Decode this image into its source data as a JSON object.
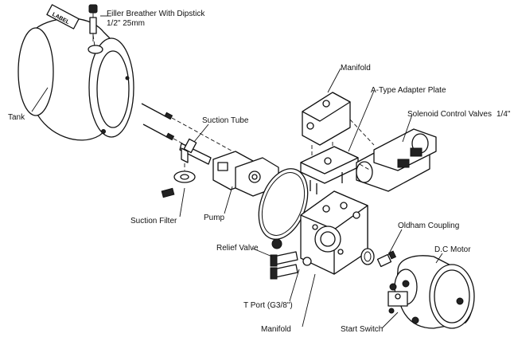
{
  "labels": {
    "filler_breather": "Filler Breather With Dipstick",
    "filler_breather_size": "1/2\" 25mm",
    "tank": "Tank",
    "tank_label_plate": "LABEL",
    "suction_tube": "Suction Tube",
    "suction_filter": "Suction Filter",
    "pump": "Pump",
    "manifold_top": "Manifold",
    "adapter_plate": "A-Type Adapter Plate",
    "solenoid_valves": "Solenoid Control Valves",
    "solenoid_size": "1/4\"",
    "oldham_coupling": "Oldham Coupling",
    "dc_motor": "D.C Motor",
    "relief_valve": "Relief Valve",
    "t_port": "T Port (G3/8\")",
    "manifold_bottom": "Manifold",
    "start_switch": "Start Switch"
  }
}
